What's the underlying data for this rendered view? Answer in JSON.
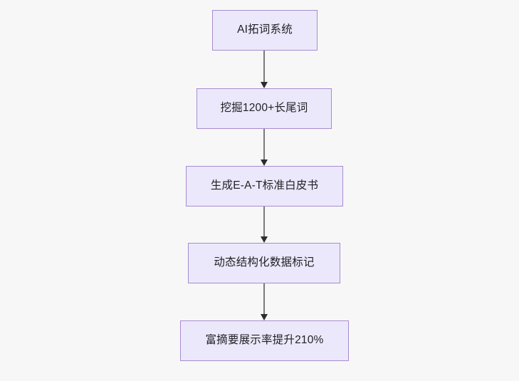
{
  "diagram": {
    "type": "flowchart",
    "direction": "top-to-bottom",
    "background_color": "#f7f7f8",
    "node_fill_color": "#ece8fb",
    "node_border_color": "#a78bd0",
    "node_text_color": "#1f2024",
    "edge_color": "#7a7a7a",
    "arrowhead_color": "#2c2c2c",
    "nodes": [
      {
        "id": "n1",
        "label": "AI拓词系统"
      },
      {
        "id": "n2",
        "label": "挖掘1200+长尾词"
      },
      {
        "id": "n3",
        "label": "生成E-A-T标准白皮书"
      },
      {
        "id": "n4",
        "label": "动态结构化数据标记"
      },
      {
        "id": "n5",
        "label": "富摘要展示率提升210%"
      }
    ],
    "edges": [
      {
        "id": "e1",
        "from": "n1",
        "to": "n2",
        "arrow": "arrow-down-icon"
      },
      {
        "id": "e2",
        "from": "n2",
        "to": "n3",
        "arrow": "arrow-down-icon"
      },
      {
        "id": "e3",
        "from": "n3",
        "to": "n4",
        "arrow": "arrow-down-icon"
      },
      {
        "id": "e4",
        "from": "n4",
        "to": "n5",
        "arrow": "arrow-down-icon"
      }
    ]
  }
}
